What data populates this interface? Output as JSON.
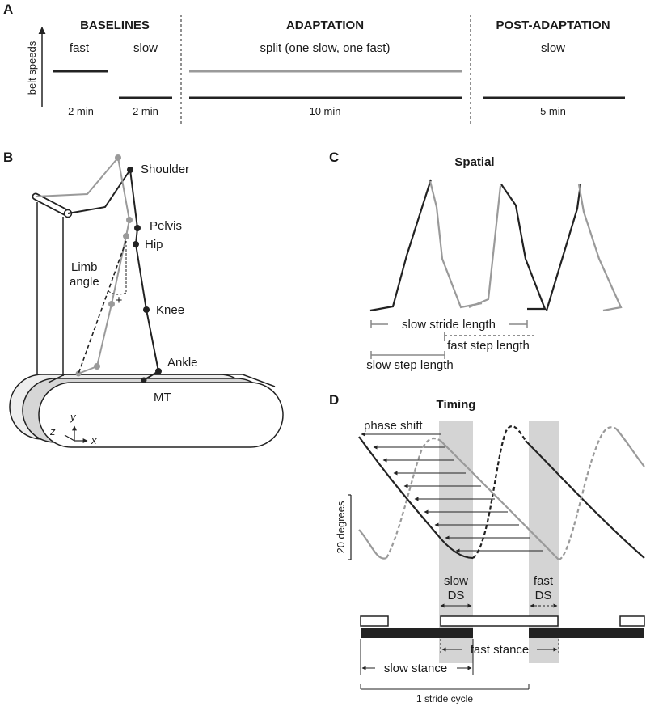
{
  "panels": {
    "a": {
      "letter": "A",
      "axis_label": "belt speeds",
      "phases": {
        "baselines": "BASELINES",
        "adaptation": "ADAPTATION",
        "post_adaptation": "POST-ADAPTATION"
      },
      "conditions": {
        "fast": "fast",
        "slow": "slow",
        "split": "split (one slow, one fast)",
        "post_slow": "slow"
      },
      "durations": {
        "fast": "2 min",
        "slow": "2 min",
        "adaptation": "10 min",
        "post": "5 min"
      },
      "colors": {
        "slow_belt": "#222222",
        "fast_belt": "#9a9a9a"
      }
    },
    "b": {
      "letter": "B",
      "markers": {
        "shoulder": "Shoulder",
        "pelvis": "Pelvis",
        "hip": "Hip",
        "knee": "Knee",
        "ankle": "Ankle",
        "mt": "MT"
      },
      "limb_angle_line1": "Limb",
      "limb_angle_line2": "angle",
      "plus_sign": "+",
      "axes": {
        "z": "z",
        "y": "y",
        "x": "x"
      }
    },
    "c": {
      "letter": "C",
      "title": "Spatial",
      "labels": {
        "slow_stride_length": "slow stride length",
        "fast_step_length": "fast step length",
        "slow_step_length": "slow step length"
      }
    },
    "d": {
      "letter": "D",
      "title": "Timing",
      "phase_shift": "phase shift",
      "scale": "20 degrees",
      "slow_ds_1": "slow",
      "slow_ds_2": "DS",
      "fast_ds_1": "fast",
      "fast_ds_2": "DS",
      "fast_stance": "fast stance",
      "slow_stance": "slow stance",
      "stride_cycle": "1 stride cycle",
      "colors": {
        "shade": "#d4d4d4",
        "slow_leg": "#222222",
        "fast_leg": "#9a9a9a"
      }
    }
  }
}
